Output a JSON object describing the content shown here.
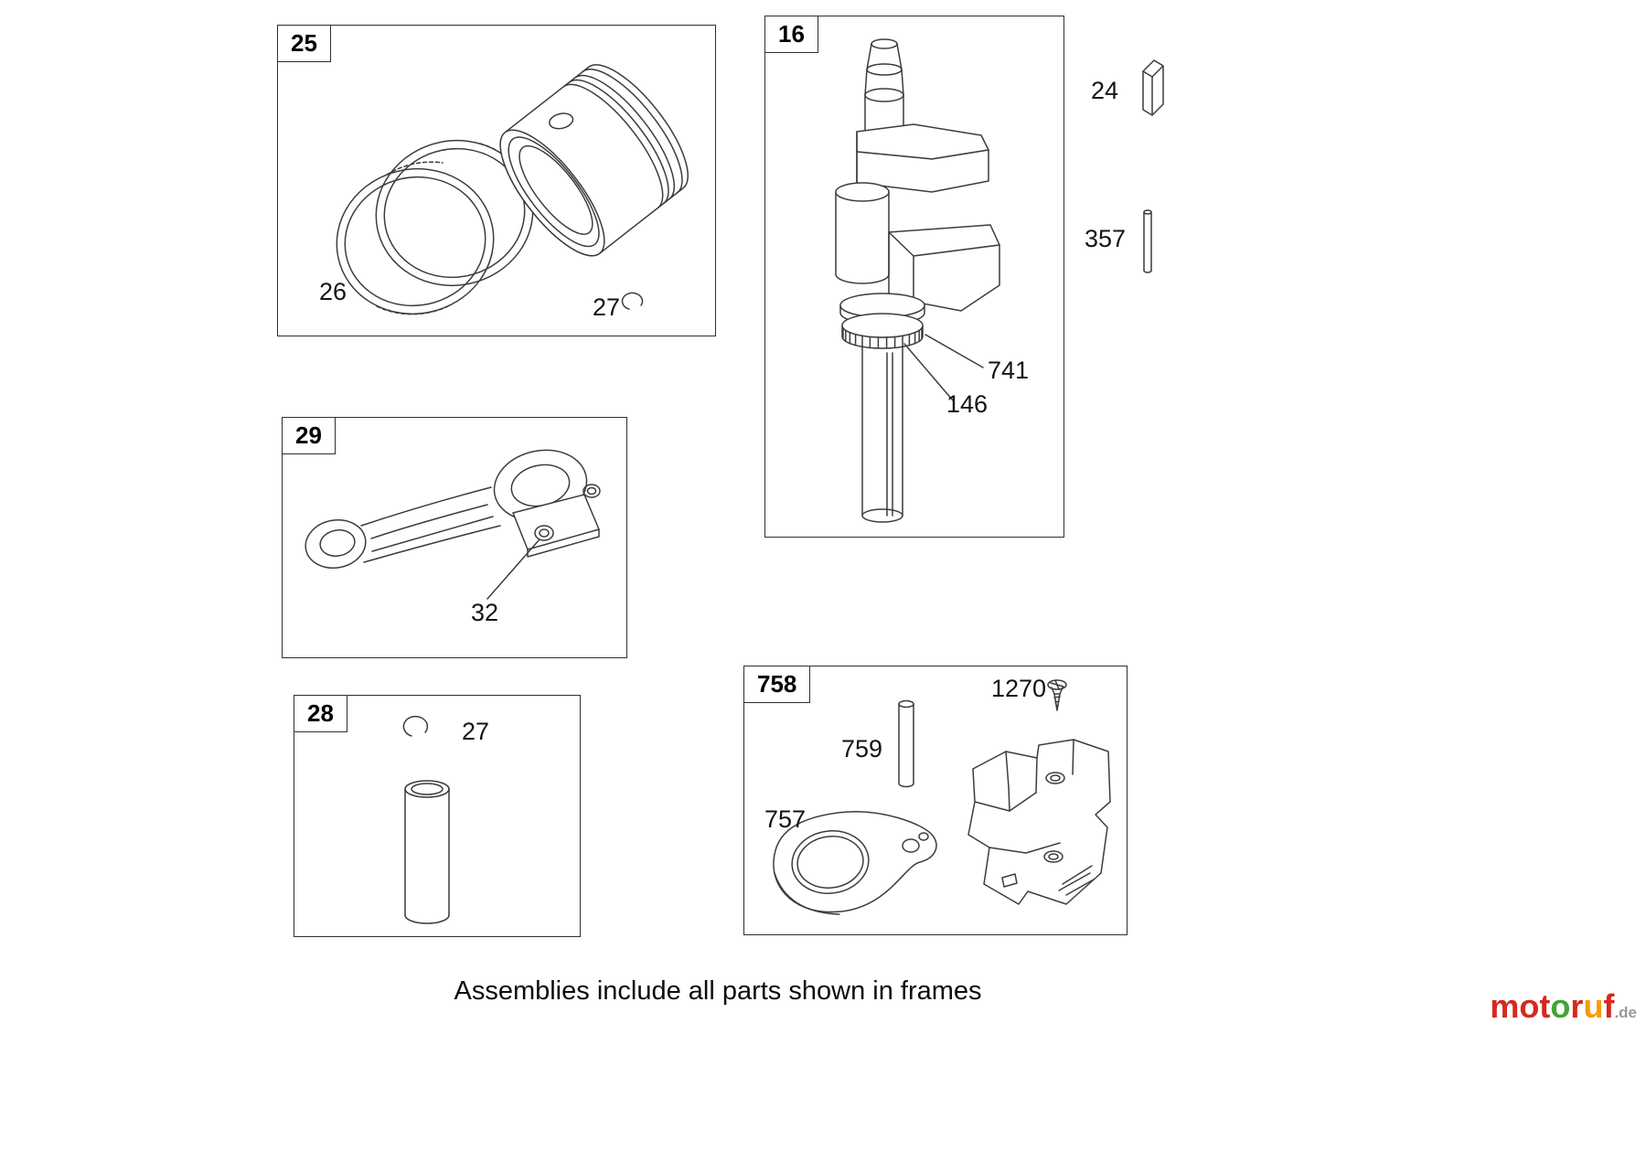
{
  "caption": "Assemblies include all parts shown in frames",
  "frames": {
    "piston": {
      "number": "25",
      "ring_label": "26",
      "clip_label": "27"
    },
    "crankshaft": {
      "number": "16",
      "gear_label": "741",
      "washer_label": "146"
    },
    "connecting_rod": {
      "number": "29",
      "bolt_label": "32"
    },
    "piston_pin": {
      "number": "28",
      "clip_label": "27"
    },
    "governor": {
      "number": "758",
      "screw_label": "1270",
      "shaft_label": "759",
      "plate_label": "757"
    }
  },
  "loose_parts": {
    "key_label": "24",
    "dowel_label": "357"
  },
  "logo": {
    "seg1": "mot",
    "seg2": "o",
    "seg3": "r",
    "seg4": "u",
    "seg5": "f",
    "tld": ".de",
    "colors": {
      "red": "#d6281e",
      "green": "#3fa535",
      "orange": "#f59c00",
      "gray": "#999999"
    }
  }
}
